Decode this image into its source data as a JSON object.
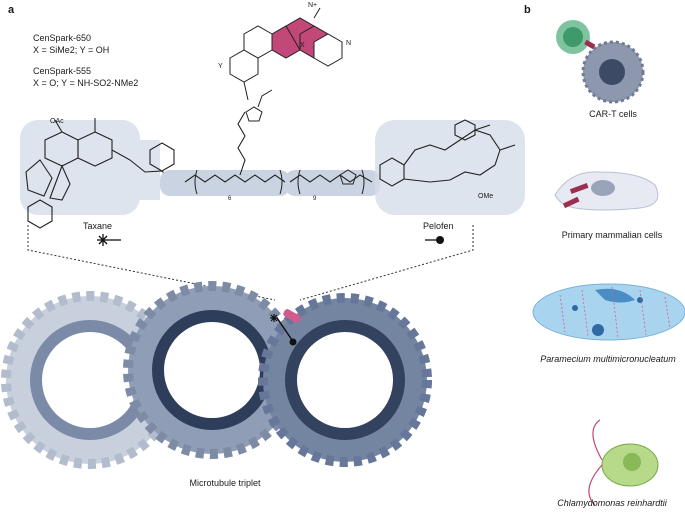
{
  "panels": {
    "a": {
      "label": "a"
    },
    "b": {
      "label": "b"
    }
  },
  "compounds": {
    "censpark650": {
      "name": "CenSpark-650",
      "formula": "X = SiMe2; Y = OH"
    },
    "censpark555": {
      "name": "CenSpark-555",
      "formula": "X = O; Y = NH-SO2-NMe2"
    }
  },
  "molecule_labels": {
    "x_atom": "X",
    "y_atom": "Y",
    "n_plus": "N+",
    "n_dim": "N",
    "oac": "OAc",
    "ome": "OMe",
    "sub6": "6",
    "sub9": "9"
  },
  "legend": {
    "taxane": "Taxane",
    "pelofen": "Pelofen"
  },
  "structure_label": "Microtubule triplet",
  "organisms": [
    {
      "label": "CAR-T cells",
      "italic": false
    },
    {
      "label": "Primary mammalian cells",
      "italic": false
    },
    {
      "label": "Paramecium multimicronucleatum",
      "italic": true
    },
    {
      "label": "Chlamydomonas reinhardtii",
      "italic": true
    }
  ],
  "colors": {
    "dye": "#c2487a",
    "linker_bg": "#c9d3e2",
    "mt_dark": "#3f4f6b",
    "mt_mid": "#8292ad",
    "mt_light": "#c8d0dd",
    "cell_blue": "#9bc7e8",
    "chlamy_green": "#9bc66b"
  }
}
